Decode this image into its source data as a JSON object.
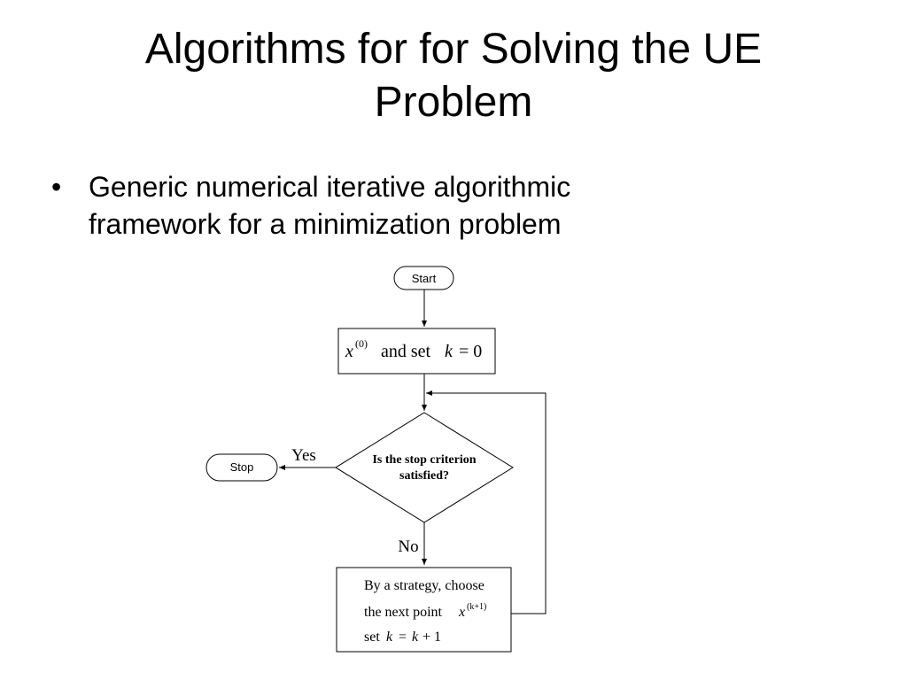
{
  "slide": {
    "title_line1": "Algorithms for for Solving the UE",
    "title_line2": "Problem",
    "bullet_symbol": "•",
    "bullet_line1": "Generic numerical iterative algorithmic",
    "bullet_line2": "framework for a minimization problem"
  },
  "flowchart": {
    "start_label": "Start",
    "init_x": "x",
    "init_sup": "(0)",
    "init_text": "and set",
    "init_k": "k",
    "init_eq": "= 0",
    "decision_line1": "Is the stop criterion",
    "decision_line2": "satisfied?",
    "yes_label": "Yes",
    "no_label": "No",
    "stop_label": "Stop",
    "update_line1": "By a strategy, choose",
    "update_line2": "the next point",
    "update_x": "x",
    "update_sup": "(k+1)",
    "update_line3_prefix": "set",
    "update_k1": "k",
    "update_eq": "=",
    "update_k2": "k",
    "update_plus": "+ 1"
  }
}
